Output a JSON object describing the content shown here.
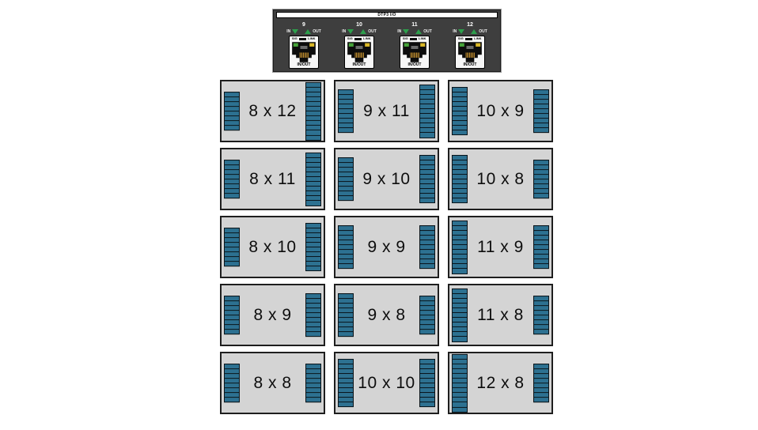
{
  "device": {
    "title": "DTP3 I/O",
    "in_label": "IN",
    "out_label": "OUT",
    "sig_label": "SIG",
    "link_label": "LINK",
    "jack_label": "IN/OUT",
    "ports": [
      {
        "number": "9"
      },
      {
        "number": "10"
      },
      {
        "number": "11"
      },
      {
        "number": "12"
      }
    ]
  },
  "matrix_options": [
    {
      "label": "8 x 12",
      "inputs": 8,
      "outputs": 12
    },
    {
      "label": "9 x 11",
      "inputs": 9,
      "outputs": 11
    },
    {
      "label": "10 x 9",
      "inputs": 10,
      "outputs": 9
    },
    {
      "label": "8 x 11",
      "inputs": 8,
      "outputs": 11
    },
    {
      "label": "9 x 10",
      "inputs": 9,
      "outputs": 10
    },
    {
      "label": "10 x 8",
      "inputs": 10,
      "outputs": 8
    },
    {
      "label": "8 x 10",
      "inputs": 8,
      "outputs": 10
    },
    {
      "label": "9 x 9",
      "inputs": 9,
      "outputs": 9
    },
    {
      "label": "11 x 9",
      "inputs": 11,
      "outputs": 9
    },
    {
      "label": "8 x 9",
      "inputs": 8,
      "outputs": 9
    },
    {
      "label": "9 x 8",
      "inputs": 9,
      "outputs": 8
    },
    {
      "label": "11 x 8",
      "inputs": 11,
      "outputs": 8
    },
    {
      "label": "8 x 8",
      "inputs": 8,
      "outputs": 8
    },
    {
      "label": "10 x 10",
      "inputs": 10,
      "outputs": 10
    },
    {
      "label": "12 x 8",
      "inputs": 12,
      "outputs": 8
    }
  ],
  "colors": {
    "strip_blue": "#2d7191",
    "box_bg": "#d4d4d4",
    "device_bg": "#3e3e3e",
    "arrow_green": "#2da04c",
    "led_green": "#46a33a",
    "led_yellow": "#d9b728",
    "pin_gold": "#b0812a"
  }
}
